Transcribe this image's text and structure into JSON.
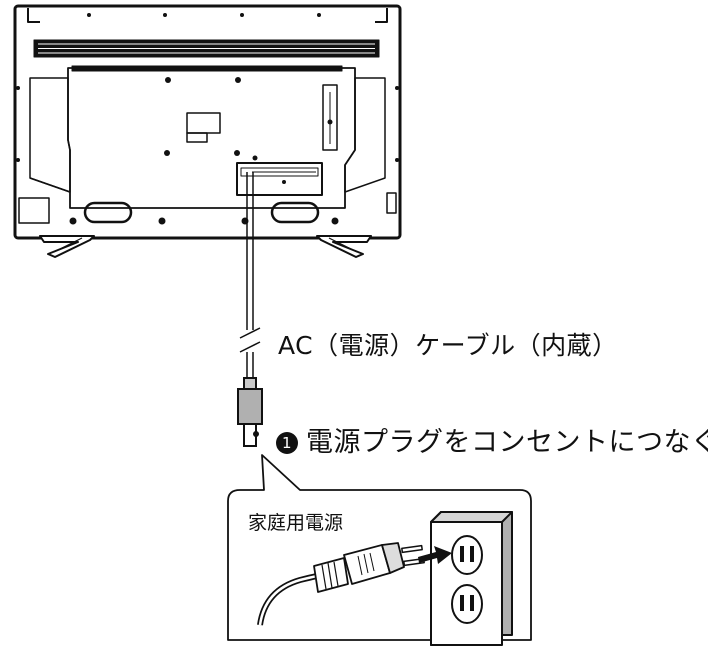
{
  "cable_label": "AC（電源）ケーブル（内蔵）",
  "step": {
    "number": "1",
    "text": "電源プラグをコンセントにつなぐ"
  },
  "callout_label": "家庭用電源",
  "colors": {
    "line": "#111111",
    "fill_gray": "#b0b0b0",
    "background": "#ffffff"
  },
  "icons": [
    "tv-back-panel",
    "ac-cable",
    "power-plug",
    "wall-outlet"
  ]
}
